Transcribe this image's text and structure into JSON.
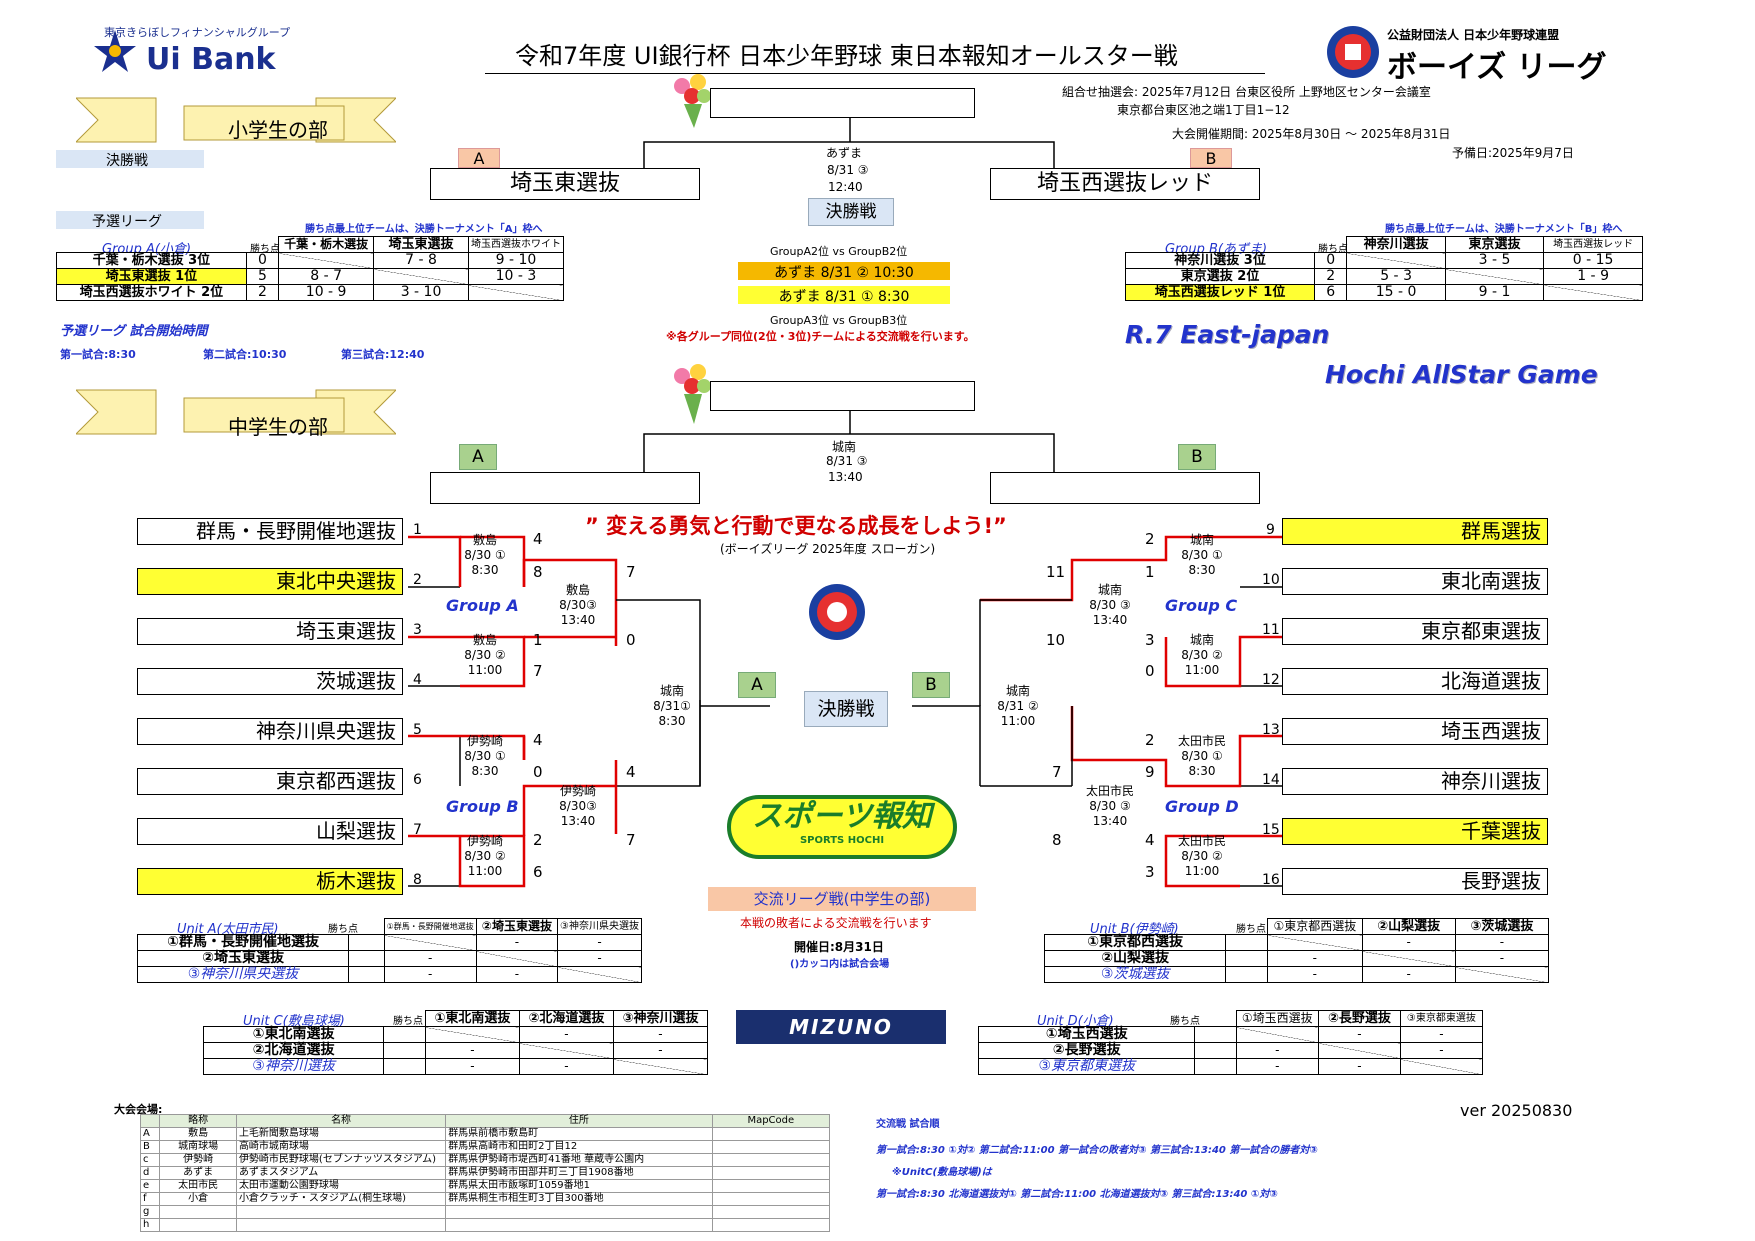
{
  "header": {
    "sponsor_group": "東京きらぼしフィナンシャルグループ",
    "sponsor_name": "Ui Bank",
    "title": "令和7年度 UI銀行杯 日本少年野球 東日本報知オールスター戦",
    "org_sub": "公益財団法人 日本少年野球連盟",
    "org_name": "ボーイズ リーグ",
    "draw_info": "組合せ抽選会: 2025年7月12日 台東区役所 上野地区センター会議室",
    "draw_address": "東京都台東区池之端1丁目1−12",
    "period": "大会開催期間: 2025年8月30日 〜 2025年8月31日",
    "reserve": "予備日:2025年9月7日"
  },
  "elementary": {
    "section_label": "小学生の部",
    "final_tag": "決勝戦",
    "final_label": "決勝戦",
    "final_venue": "あずま",
    "final_date": "8/31 ③",
    "final_time": "12:40",
    "team_a_tag": "A",
    "team_b_tag": "B",
    "team_a": "埼玉東選抜",
    "team_b": "埼玉西選抜レッド",
    "prelim_tag": "予選リーグ",
    "note_a": "勝ち点最上位チームは、決勝トーナメント「A」枠へ",
    "note_b": "勝ち点最上位チームは、決勝トーナメント「B」枠へ",
    "start_times_title": "予選リーグ 試合開始時間",
    "start_1": "第一試合:8:30",
    "start_2": "第二試合:10:30",
    "start_3": "第三試合:12:40",
    "cross_top": "GroupA2位 vs GroupB2位",
    "cross_1": "あずま 8/31 ② 10:30",
    "cross_2": "あずま 8/31 ① 8:30",
    "cross_bottom": "GroupA3位 vs GroupB3位",
    "cross_note": "※各グループ同位(2位・3位)チームによる交流戦を行います。",
    "groupA": {
      "name": "Group A(小倉)",
      "pts_label": "勝ち点",
      "cols": [
        "千葉・栃木選抜",
        "埼玉東選抜",
        "埼玉西選抜ホワイト"
      ],
      "rows": [
        {
          "team": "千葉・栃木選抜 3位",
          "pts": "0",
          "c": [
            "",
            "7 - 8",
            "9 - 10"
          ]
        },
        {
          "team": "埼玉東選抜 1位",
          "pts": "5",
          "c": [
            "8 - 7",
            "",
            "10 - 3"
          ]
        },
        {
          "team": "埼玉西選抜ホワイト 2位",
          "pts": "2",
          "c": [
            "10 - 9",
            "3 - 10",
            ""
          ]
        }
      ]
    },
    "groupB": {
      "name": "Group B(あずま)",
      "pts_label": "勝ち点",
      "cols": [
        "神奈川選抜",
        "東京選抜",
        "埼玉西選抜レッド"
      ],
      "rows": [
        {
          "team": "神奈川選抜 3位",
          "pts": "0",
          "c": [
            "",
            "3 - 5",
            "0 - 15"
          ]
        },
        {
          "team": "東京選抜 2位",
          "pts": "2",
          "c": [
            "5 - 3",
            "",
            "1 - 9"
          ]
        },
        {
          "team": "埼玉西選抜レッド 1位",
          "pts": "6",
          "c": [
            "15 - 0",
            "9 - 1",
            ""
          ]
        }
      ]
    }
  },
  "brand": {
    "line1": "R.7 East-japan",
    "line2": "Hochi AllStar Game"
  },
  "junior": {
    "section_label": "中学生の部",
    "final_venue": "城南",
    "final_date": "8/31 ③",
    "final_time": "13:40",
    "tag_a": "A",
    "tag_b": "B",
    "final_label": "決勝戦",
    "slogan": "” 変える勇気と行動で更なる成長をしよう!”",
    "slogan_sub": "(ボーイズリーグ 2025年度 スローガン)",
    "semi_a": {
      "v": "城南",
      "d": "8/31①",
      "t": "8:30"
    },
    "semi_b": {
      "v": "城南",
      "d": "8/31 ②",
      "t": "11:00"
    },
    "left_teams": [
      "群馬・長野開催地選抜",
      "東北中央選抜",
      "埼玉東選抜",
      "茨城選抜",
      "神奈川県央選抜",
      "東京都西選抜",
      "山梨選抜",
      "栃木選抜"
    ],
    "right_teams": [
      "群馬選抜",
      "東北南選抜",
      "東京都東選抜",
      "北海道選抜",
      "埼玉西選抜",
      "神奈川選抜",
      "千葉選抜",
      "長野選抜"
    ],
    "left_seeds": [
      "1",
      "2",
      "3",
      "4",
      "5",
      "6",
      "7",
      "8"
    ],
    "right_seeds": [
      "9",
      "10",
      "11",
      "12",
      "13",
      "14",
      "15",
      "16"
    ],
    "group_a": "Group A",
    "group_b": "Group B",
    "group_c": "Group C",
    "group_d": "Group D",
    "m1": {
      "v": "敷島",
      "d": "8/30 ①",
      "t": "8:30"
    },
    "m2": {
      "v": "敷島",
      "d": "8/30 ②",
      "t": "11:00"
    },
    "m3": {
      "v": "敷島",
      "d": "8/30③",
      "t": "13:40"
    },
    "m4": {
      "v": "伊勢崎",
      "d": "8/30 ①",
      "t": "8:30"
    },
    "m5": {
      "v": "伊勢崎",
      "d": "8/30 ②",
      "t": "11:00"
    },
    "m6": {
      "v": "伊勢崎",
      "d": "8/30③",
      "t": "13:40"
    },
    "m7": {
      "v": "城南",
      "d": "8/30 ①",
      "t": "8:30"
    },
    "m8": {
      "v": "城南",
      "d": "8/30 ②",
      "t": "11:00"
    },
    "m9": {
      "v": "城南",
      "d": "8/30 ③",
      "t": "13:40"
    },
    "m10": {
      "v": "太田市民",
      "d": "8/30 ①",
      "t": "8:30"
    },
    "m11": {
      "v": "太田市民",
      "d": "8/30 ②",
      "t": "11:00"
    },
    "m12": {
      "v": "太田市民",
      "d": "8/30 ③",
      "t": "13:40"
    },
    "scores": {
      "l1": "4",
      "l2": "8",
      "l3": "1",
      "l4": "7",
      "l5": "4",
      "l6": "0",
      "l7": "2",
      "l8": "6",
      "lq1": "7",
      "lq2": "0",
      "lq3": "4",
      "lq4": "7",
      "r1": "2",
      "r2": "1",
      "r3": "3",
      "r4": "0",
      "r5": "2",
      "r6": "9",
      "r7": "4",
      "r8": "3",
      "rq1": "11",
      "rq2": "10",
      "rq3": "7",
      "rq4": "8"
    },
    "sponsor": "スポーツ報知",
    "sponsor_en": "SPORTS HOCHI",
    "exchange_title": "交流リーグ戦(中学生の部)",
    "exchange_note": "本戦の敗者による交流戦を行います",
    "exchange_date": "開催日:8月31日",
    "exchange_paren": "()カッコ内は試合会場",
    "mizuno": "MIZUNO"
  },
  "units": {
    "A": {
      "name": "Unit A(太田市民)",
      "pts": "勝ち点",
      "cols": [
        "①群馬・長野開催地選抜",
        "②埼玉東選抜",
        "③神奈川県央選抜"
      ],
      "rows": [
        "①群馬・長野開催地選抜",
        "②埼玉東選抜",
        "③神奈川県央選抜"
      ]
    },
    "B": {
      "name": "Unit B(伊勢崎)",
      "pts": "勝ち点",
      "cols": [
        "①東京都西選抜",
        "②山梨選抜",
        "③茨城選抜"
      ],
      "rows": [
        "①東京都西選抜",
        "②山梨選抜",
        "③茨城選抜"
      ]
    },
    "C": {
      "name": "Unit C(敷島球場)",
      "pts": "勝ち点",
      "cols": [
        "①東北南選抜",
        "②北海道選抜",
        "③神奈川選抜"
      ],
      "rows": [
        "①東北南選抜",
        "②北海道選抜",
        "③神奈川選抜"
      ]
    },
    "D": {
      "name": "Unit D(小倉)",
      "pts": "勝ち点",
      "cols": [
        "①埼玉西選抜",
        "②長野選抜",
        "③東京都東選抜"
      ],
      "rows": [
        "①埼玉西選抜",
        "②長野選抜",
        "③東京都東選抜"
      ]
    },
    "dash": "-"
  },
  "venues": {
    "title": "大会会場:",
    "headers": [
      "略称",
      "名称",
      "住所",
      "MapCode"
    ],
    "rows": [
      {
        "k": "A",
        "a": "敷島",
        "n": "上毛新聞敷島球場",
        "ad": "群馬県前橋市敷島町"
      },
      {
        "k": "B",
        "a": "城南球場",
        "n": "高崎市城南球場",
        "ad": "群馬県高崎市和田町2丁目12"
      },
      {
        "k": "c",
        "a": "伊勢崎",
        "n": "伊勢崎市民野球場(セブンナッツスタジアム)",
        "ad": "群馬県伊勢崎市堤西町41番地 華蔵寺公園内"
      },
      {
        "k": "d",
        "a": "あずま",
        "n": "あずまスタジアム",
        "ad": "群馬県伊勢崎市田部井町三丁目1908番地"
      },
      {
        "k": "e",
        "a": "太田市民",
        "n": "太田市運動公園野球場",
        "ad": "群馬県太田市飯塚町1059番地1"
      },
      {
        "k": "f",
        "a": "小倉",
        "n": "小倉クラッチ・スタジアム(桐生球場)",
        "ad": "群馬県桐生市相生町3丁目300番地"
      },
      {
        "k": "g",
        "a": "",
        "n": "",
        "ad": ""
      },
      {
        "k": "h",
        "a": "",
        "n": "",
        "ad": ""
      }
    ]
  },
  "version": "ver 20250830",
  "exchange_schedule": {
    "title": "交流戦 試合順",
    "line1": "第一試合:8:30 ①対② 第二試合:11:00 第一試合の敗者対③ 第三試合:13:40 第一試合の勝者対③",
    "line2": "※UnitC(敷島球場)は",
    "line3": "第一試合:8:30 北海道選抜対① 第二試合:11:00 北海道選抜対③ 第三試合:13:40 ①対③"
  }
}
